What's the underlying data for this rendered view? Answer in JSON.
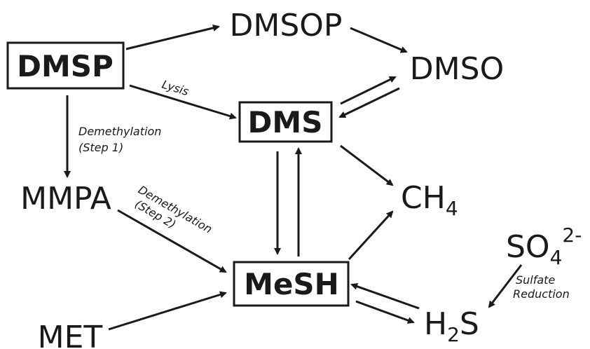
{
  "nodes": {
    "dmsp": "DMSP",
    "dmsop": "DMSOP",
    "dmso": "DMSO",
    "dms": "DMS",
    "mmpa": "MMPA",
    "ch4_base": "CH",
    "ch4_sub": "4",
    "so4_base": "SO",
    "so4_sub": "4",
    "so4_sup": "2-",
    "mesh": "MeSH",
    "h2s_h": "H",
    "h2s_sub": "2",
    "h2s_s": "S",
    "met": "MET"
  },
  "labels": {
    "lysis": "Lysis",
    "demeth1_line1": "Demethylation",
    "demeth1_line2": "(Step 1)",
    "demeth2_line1": "Demethylation",
    "demeth2_line2": "(Step 2)",
    "sulfate_line1": "Sulfate",
    "sulfate_line2": "Reduction"
  },
  "colors": {
    "ink": "#1a1a1a",
    "background": "#ffffff"
  }
}
